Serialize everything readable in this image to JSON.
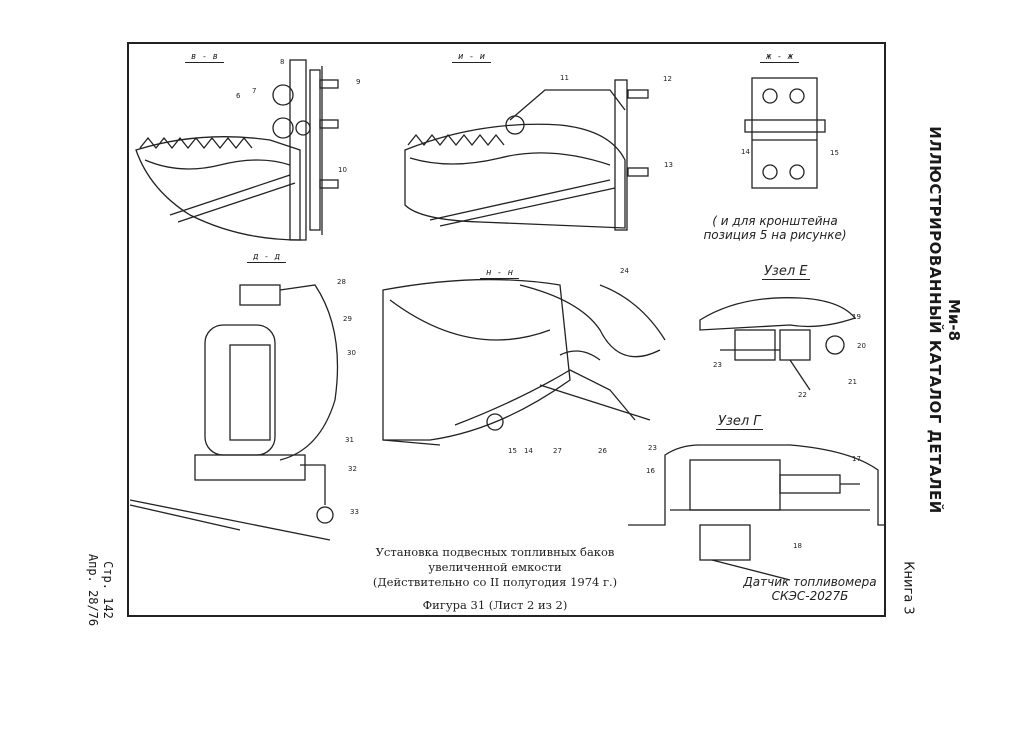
{
  "sidebar": {
    "title_line1": "Ми-8",
    "title_line2": "ИЛЛЮСТРИРОВАННЫЙ КАТАЛОГ ДЕТАЛЕЙ",
    "book": "Книга 3"
  },
  "page_ref": {
    "page": "Стр. 142",
    "date": "Апр. 28/76"
  },
  "sections": {
    "v_v": "в - в",
    "i_i": "и - и",
    "zh_zh": "ж - ж",
    "d_d": "д - д",
    "n_n": "н - н"
  },
  "nodes": {
    "e": "Узел Е",
    "g": "Узел Г"
  },
  "notes": {
    "bracket_line1": "( и для кронштейна",
    "bracket_line2": "позиция 5 на рисунке)",
    "sensor_line1": "Датчик топливомера",
    "sensor_line2": "СКЭС-2027Б"
  },
  "caption": {
    "line1": "Установка подвесных топливных баков",
    "line2": "увеличенной емкости",
    "line3": "(Действительно со II полугодия 1974 г.)",
    "figure": "Фигура 31 (Лист 2 из 2)"
  },
  "callouts": {
    "c6": "6",
    "c7": "7",
    "c8": "8",
    "c9": "9",
    "c10": "10",
    "c11": "11",
    "c12": "12",
    "c13": "13",
    "c14a": "14",
    "c15a": "15",
    "c14b": "14",
    "c15b": "15",
    "c16": "16",
    "c17": "17",
    "c18": "18",
    "c19": "19",
    "c20": "20",
    "c21": "21",
    "c22": "22",
    "c23a": "23",
    "c23b": "23",
    "c24": "24",
    "c26": "26",
    "c27": "27",
    "c28": "28",
    "c29": "29",
    "c30": "30",
    "c31": "31",
    "c32": "32",
    "c33": "33"
  }
}
